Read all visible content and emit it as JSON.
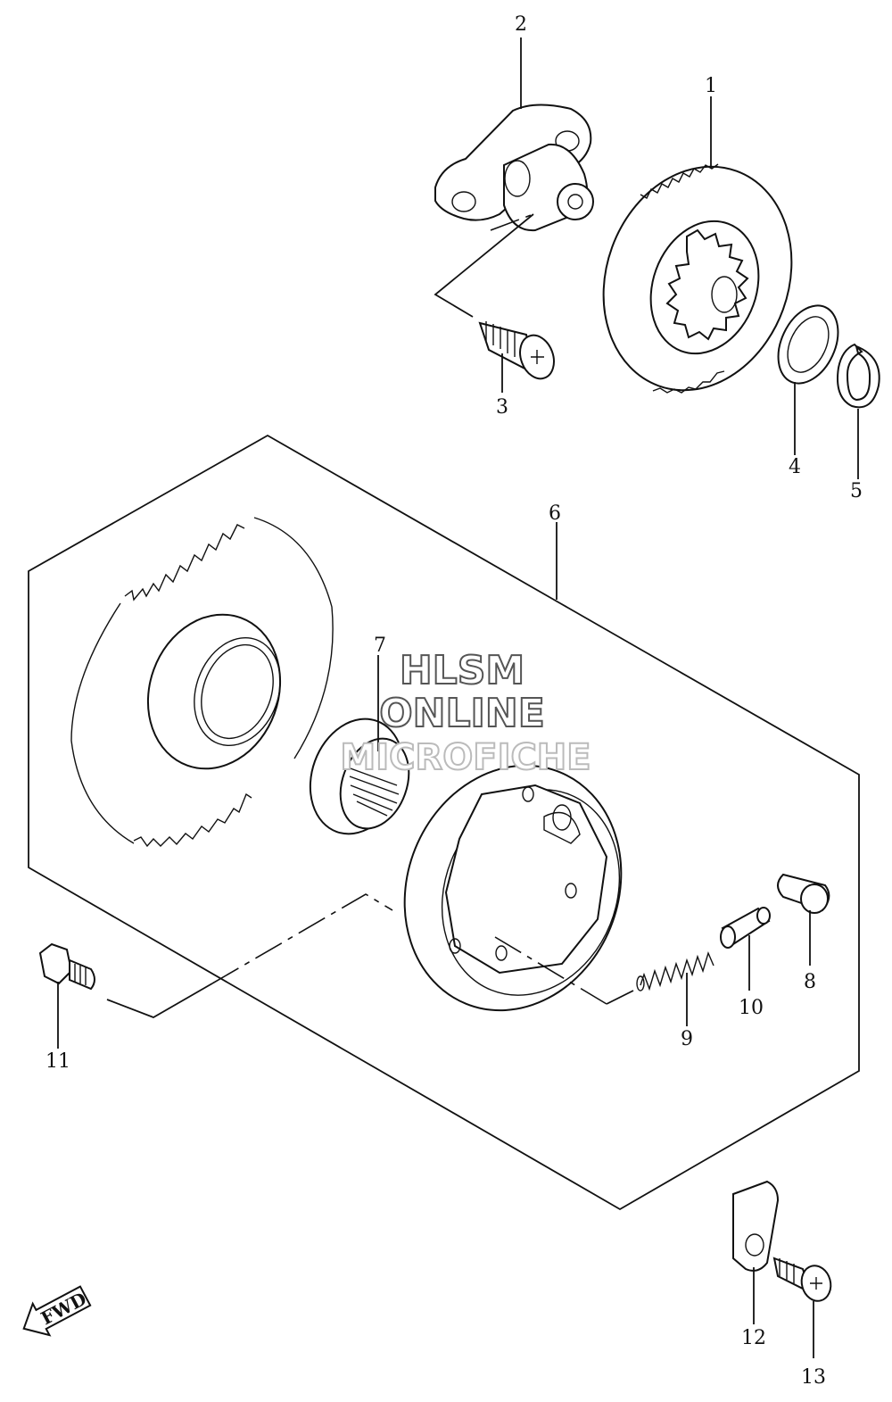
{
  "callouts": {
    "c1": "1",
    "c2": "2",
    "c3": "3",
    "c4": "4",
    "c5": "5",
    "c6": "6",
    "c7": "7",
    "c8": "8",
    "c9": "9",
    "c10": "10",
    "c11": "11",
    "c12": "12",
    "c13": "13"
  },
  "watermark": {
    "line1": "HLSM",
    "line2": "ONLINE",
    "line3": "MICROFICHE"
  },
  "fwd_label": "FWD",
  "colors": {
    "ink": "#111111",
    "background": "#ffffff"
  }
}
